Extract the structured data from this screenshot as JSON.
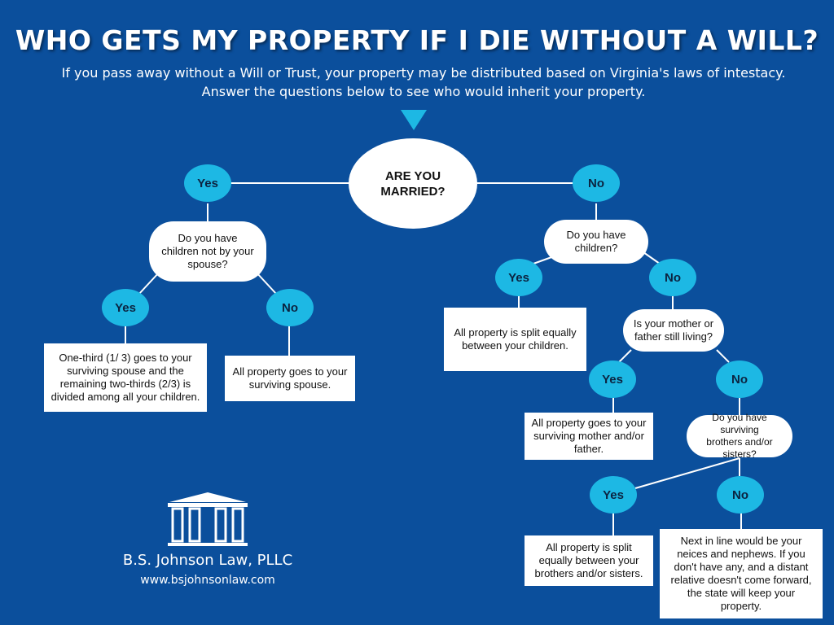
{
  "header": {
    "title": "WHO GETS MY PROPERTY IF I DIE WITHOUT A WILL?",
    "subtitle": "If you pass away without a Will or Trust, your property may be distributed based on Virginia's laws of intestacy.  Answer the questions below to see who would inherit your property."
  },
  "flow": {
    "start_question": "ARE YOU\nMARRIED?",
    "yes_label": "Yes",
    "no_label": "No",
    "married": {
      "question": "Do you have\nchildren not by your\nspouse?",
      "yes_outcome": "One-third (1/ 3) goes to your\nsurviving spouse and the\nremaining two-thirds (2/3) is\ndivided among all your children.",
      "no_outcome": "All property goes to your\nsurviving spouse."
    },
    "not_married": {
      "question": "Do you have\nchildren?",
      "children_yes_outcome": "All property is split equally\nbetween your children.",
      "parents_question": "Is your mother or\nfather still living?",
      "parents_yes_outcome": "All property goes to your\nsurviving mother and/or\nfather.",
      "siblings_question": "Do you have surviving\nbrothers and/or sisters?",
      "siblings_yes_outcome": "All property is split\nequally between your\nbrothers and/or sisters.",
      "siblings_no_outcome": "Next in line would be your\nneices and nephews. If you\ndon't have any, and a distant\nrelative doesn't come forward,\nthe state will keep your\nproperty."
    }
  },
  "footer": {
    "firm_name": "B.S. Johnson Law, PLLC",
    "website": "www.bsjohnsonlaw.com"
  },
  "colors": {
    "background": "#0b4f9c",
    "bubble": "#1db8e4",
    "line": "#ffffff",
    "box": "#ffffff"
  }
}
